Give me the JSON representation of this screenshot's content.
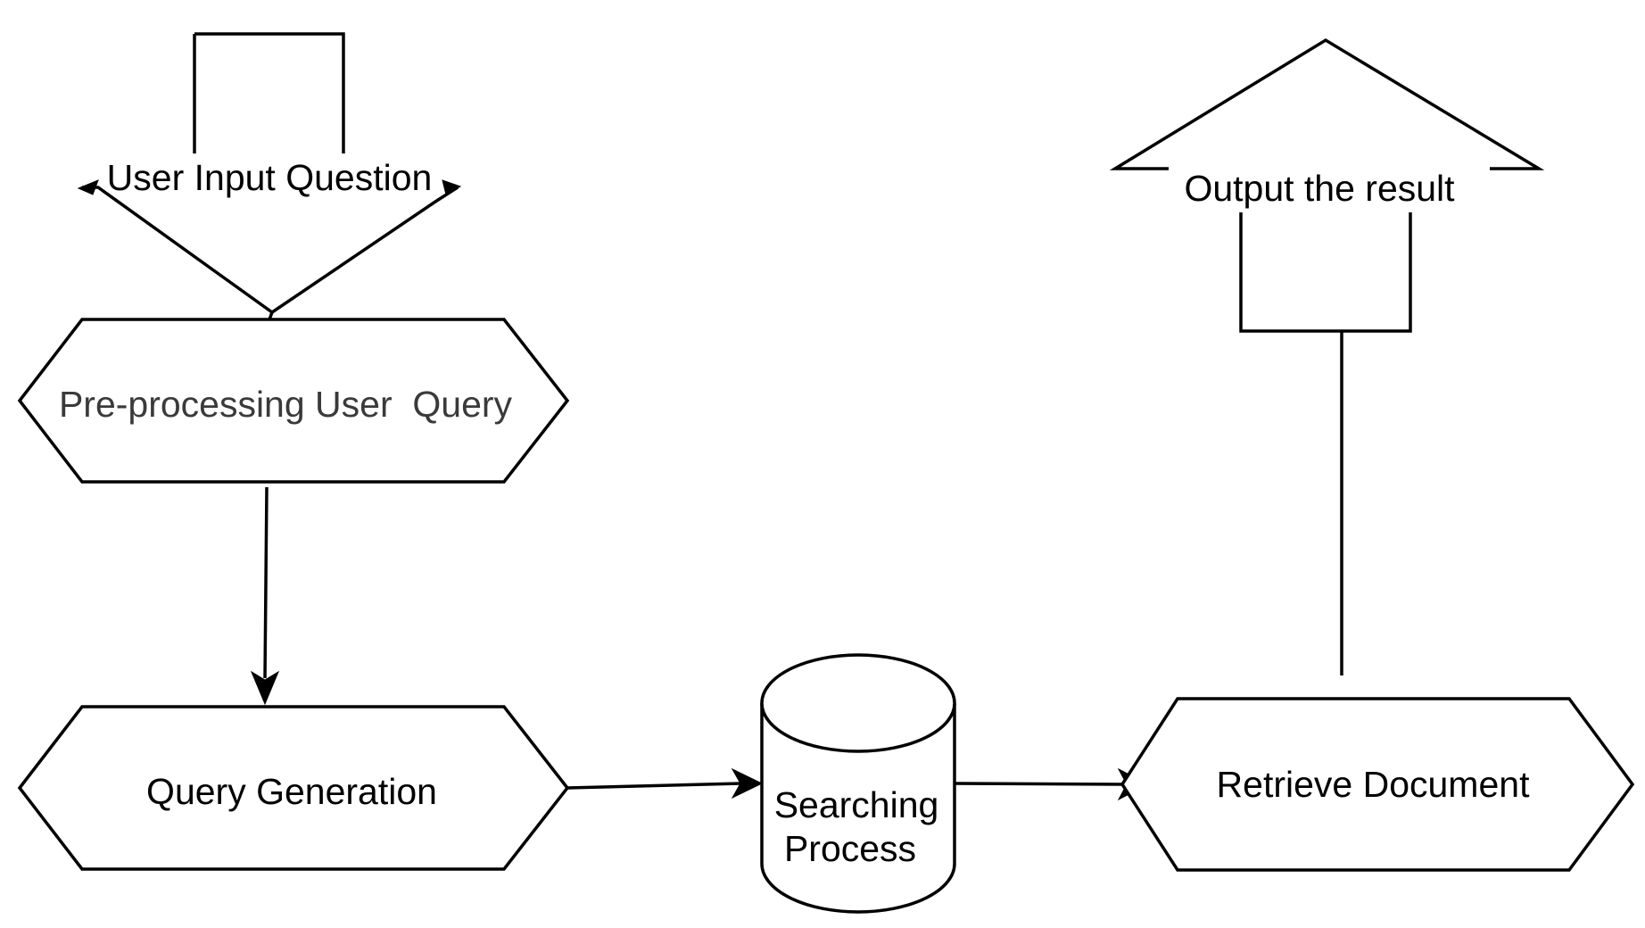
{
  "nodes": {
    "user_input": {
      "label": "User Input Question"
    },
    "preprocess": {
      "label": "Pre-processing User  Query"
    },
    "query_gen": {
      "label": "Query Generation"
    },
    "searching": {
      "line1": "Searching",
      "line2": "Process"
    },
    "retrieve": {
      "label": "Retrieve Document"
    },
    "output": {
      "label": "Output the result"
    }
  },
  "colors": {
    "stroke": "#000000",
    "background": "#ffffff",
    "preprocess_text": "#3a3a3a"
  }
}
